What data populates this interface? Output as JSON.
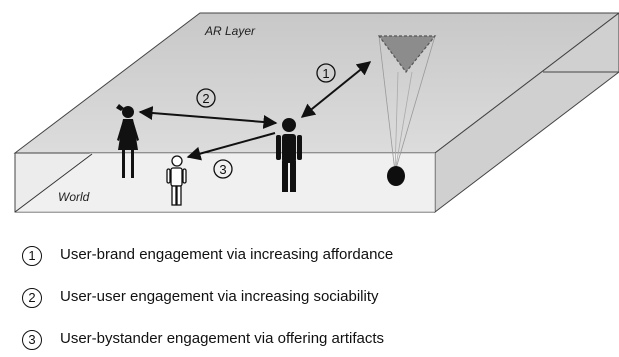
{
  "diagram": {
    "ar_layer_label": "AR Layer",
    "world_label": "World",
    "markers": [
      "1",
      "2",
      "3"
    ]
  },
  "legend": [
    {
      "number": "1",
      "text": "User-brand engagement via increasing affordance"
    },
    {
      "number": "2",
      "text": "User-user engagement via increasing sociability"
    },
    {
      "number": "3",
      "text": "User-bystander engagement via offering artifacts"
    }
  ],
  "colors": {
    "slab_top": "#d4d4d4",
    "slab_front": "#e6e6e6",
    "slab_right": "#d2d2d2",
    "figure": "#111111",
    "cone": "#8c8c8c"
  },
  "icons": [
    "female-figure-icon",
    "male-figure-icon",
    "bystander-figure-icon",
    "object-ball-icon",
    "ar-cone-icon",
    "arrow-icon"
  ]
}
